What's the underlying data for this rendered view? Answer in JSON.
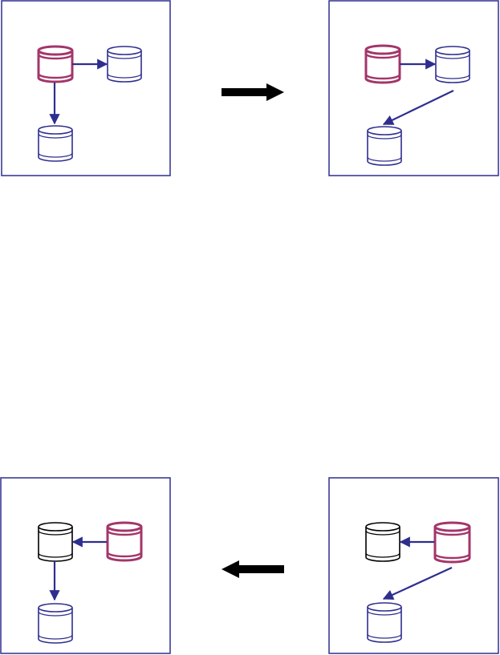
{
  "colors": {
    "primary": "#A3356A",
    "replica": "#2E2E8F",
    "demoted": "#000000",
    "link": "#2E2E8F",
    "transition_arrow": "#000000",
    "frame": "#2E2E8F"
  },
  "panels": [
    {
      "id": "top-left",
      "nodes": [
        {
          "id": "a",
          "role": "primary"
        },
        {
          "id": "b",
          "role": "replica"
        },
        {
          "id": "c",
          "role": "replica"
        }
      ],
      "links": [
        {
          "from": "a",
          "to": "b"
        },
        {
          "from": "a",
          "to": "c"
        }
      ]
    },
    {
      "id": "top-right",
      "nodes": [
        {
          "id": "a",
          "role": "primary"
        },
        {
          "id": "b",
          "role": "replica"
        },
        {
          "id": "c",
          "role": "replica"
        }
      ],
      "links": [
        {
          "from": "a",
          "to": "b"
        },
        {
          "from": "b",
          "to": "c"
        }
      ]
    },
    {
      "id": "bottom-left",
      "nodes": [
        {
          "id": "a",
          "role": "demoted"
        },
        {
          "id": "b",
          "role": "primary"
        },
        {
          "id": "c",
          "role": "replica"
        }
      ],
      "links": [
        {
          "from": "b",
          "to": "a"
        },
        {
          "from": "a",
          "to": "c"
        }
      ]
    },
    {
      "id": "bottom-right",
      "nodes": [
        {
          "id": "a",
          "role": "demoted"
        },
        {
          "id": "b",
          "role": "primary"
        },
        {
          "id": "c",
          "role": "replica"
        }
      ],
      "links": [
        {
          "from": "b",
          "to": "a"
        },
        {
          "from": "b",
          "to": "c"
        }
      ]
    }
  ],
  "transitions": [
    {
      "from": "top-left",
      "to": "top-right",
      "direction": "right"
    },
    {
      "from": "bottom-right",
      "to": "bottom-left",
      "direction": "left"
    }
  ]
}
